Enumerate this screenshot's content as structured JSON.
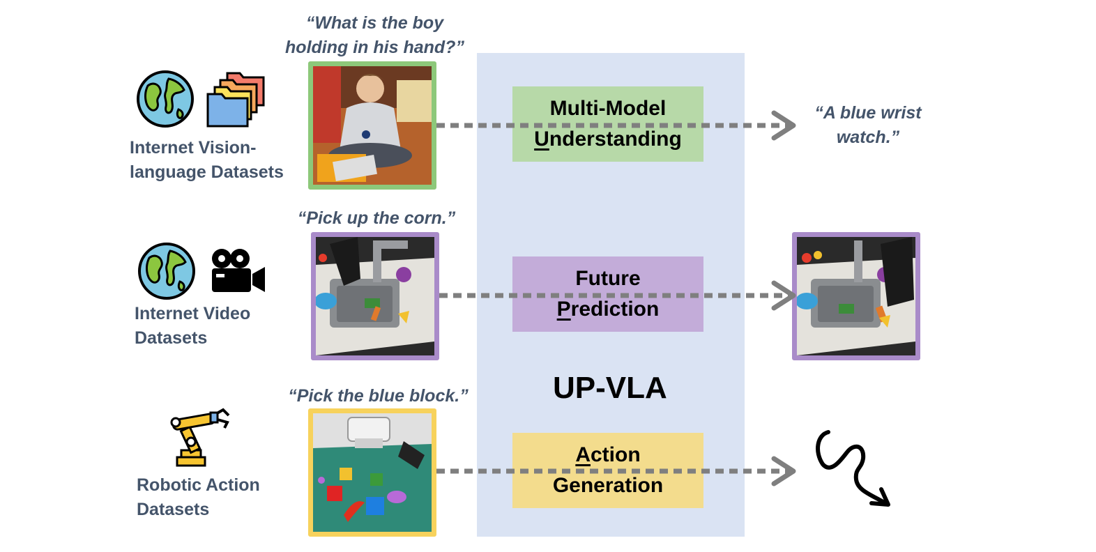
{
  "model_name": "UP-VLA",
  "rows": [
    {
      "dataset_label_line1": "Internet Vision-",
      "dataset_label_line2": "language Datasets",
      "input_quote_line1": "“What is the boy",
      "input_quote_line2": "holding in his hand?”",
      "module_first_letter": "U",
      "module_line1": "Multi-Model",
      "module_line2_rest": "nderstanding",
      "output_quote_line1": "“A blue wrist",
      "output_quote_line2": "watch.”",
      "color": "#8dc87a",
      "module_color": "#b7d9a8",
      "icons": [
        "globe-icon",
        "folders-icon"
      ]
    },
    {
      "dataset_label_line1": "Internet Video",
      "dataset_label_line2": "Datasets",
      "input_quote": "“Pick up the corn.”",
      "module_line1": "Future",
      "module_first_letter": "P",
      "module_line2_rest": "rediction",
      "color": "#a98bc9",
      "module_color": "#c3acd9",
      "icons": [
        "globe-icon",
        "video-camera-icon"
      ]
    },
    {
      "dataset_label_line1": "Robotic Action",
      "dataset_label_line2": "Datasets",
      "input_quote": "“Pick the blue block.”",
      "module_first_letter": "A",
      "module_line1_rest": "ction",
      "module_line2": "Generation",
      "color": "#f7d25c",
      "module_color": "#f3dc8d",
      "icons": [
        "robot-arm-icon",
        "squiggle-arrow-icon"
      ]
    }
  ],
  "colors": {
    "panel": "#dae3f3",
    "text": "#44546a",
    "arrow": "#7f7f7f"
  }
}
